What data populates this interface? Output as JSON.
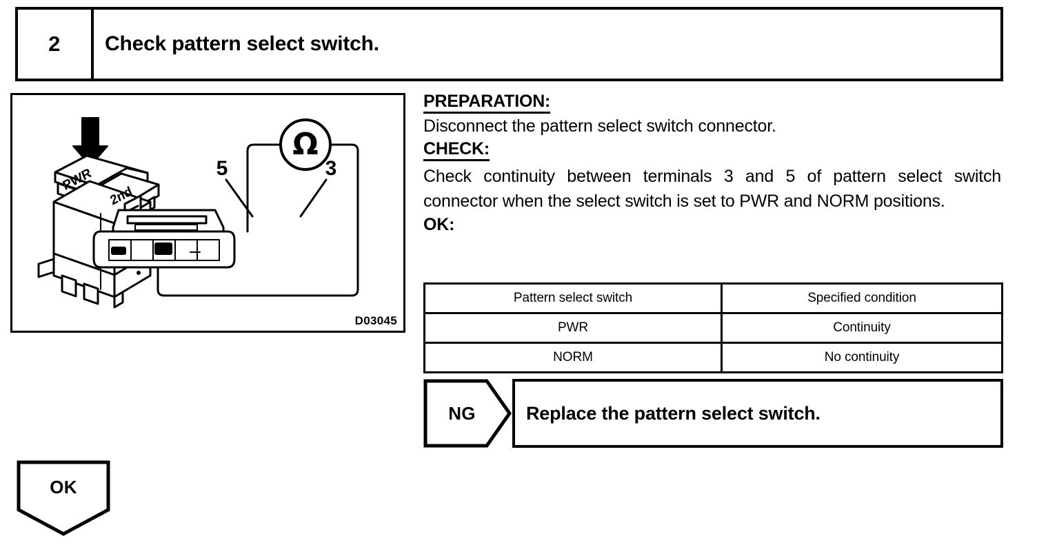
{
  "step": {
    "number": "2",
    "title": "Check pattern select switch."
  },
  "illustration": {
    "figure_code": "D03045",
    "switch_button_primary": "PWR",
    "switch_button_secondary": "2nd",
    "meter_symbol": "Ω",
    "terminal_left": "5",
    "terminal_right": "3"
  },
  "instructions": {
    "preparation_label": "PREPARATION:",
    "preparation_text": "Disconnect the pattern select switch connector.",
    "check_label": "CHECK:",
    "check_text": "Check continuity between terminals 3 and 5 of pattern select switch connector when the select switch is set to PWR and NORM positions.",
    "ok_label": "OK:"
  },
  "spec_table": {
    "headers": [
      "Pattern select switch",
      "Specified condition"
    ],
    "rows": [
      [
        "PWR",
        "Continuity"
      ],
      [
        "NORM",
        "No continuity"
      ]
    ]
  },
  "ng_result": {
    "flag": "NG",
    "action": "Replace the pattern select switch."
  },
  "ok_result": {
    "flag": "OK"
  }
}
